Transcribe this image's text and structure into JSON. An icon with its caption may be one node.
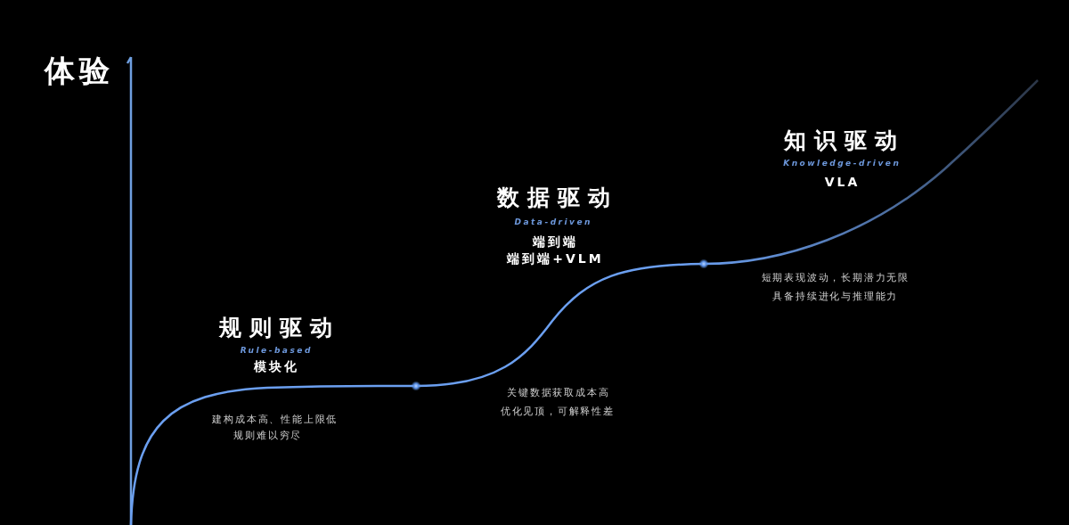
{
  "diagram": {
    "labels": [
      "体验",
      "规则驱动",
      "Rule-based",
      "模块化",
      "建构成本高、性能上限低",
      "规则难以穷尽",
      "数据驱动",
      "Data-driven",
      "端到端",
      "端到端+VLM",
      "关键数据获取成本高",
      "优化见顶，可解释性差",
      "知识驱动",
      "Knowledge-driven",
      "VLA",
      "短期表现波动，长期潜力无限",
      "具备持续进化与推理能力"
    ]
  }
}
